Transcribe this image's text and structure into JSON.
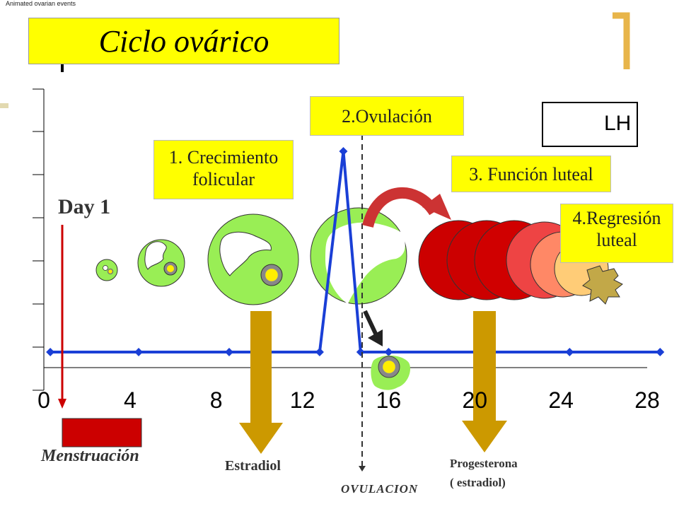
{
  "caption": "Animated ovarian events",
  "title": "Ciclo ovárico",
  "stages": {
    "growth": "1. Crecimiento folicular",
    "ovulation": "2.Ovulación",
    "luteal": "3. Función luteal",
    "regression": "4.Regresión luteal"
  },
  "day1": "Day 1",
  "menstruation": "Menstruación",
  "estradiol": "Estradiol",
  "progesterone": "Progesterona",
  "progesterone_note": "( estradiol)",
  "ovulation_label": "OVULACION",
  "colors": {
    "follicle": "#99ee55",
    "corpus_luteum": "#cc0000",
    "lh_line": "#1a3fd6",
    "hormone_arrow": "#cc9900",
    "label_box": "#ffff00",
    "menstruation_bar": "#cc0000"
  },
  "chart_data": {
    "type": "line",
    "x_ticks": [
      "0",
      "4",
      "8",
      "12",
      "16",
      "20",
      "24",
      "28"
    ],
    "xlim": [
      0,
      28
    ],
    "series": [
      {
        "name": "LH",
        "x": [
          0.3,
          4.4,
          8.6,
          12.8,
          13.9,
          14.7,
          16.0,
          20.2,
          24.4,
          28.6
        ],
        "y": [
          0,
          0,
          0,
          0,
          1,
          0,
          0,
          0,
          0,
          0
        ]
      }
    ]
  }
}
